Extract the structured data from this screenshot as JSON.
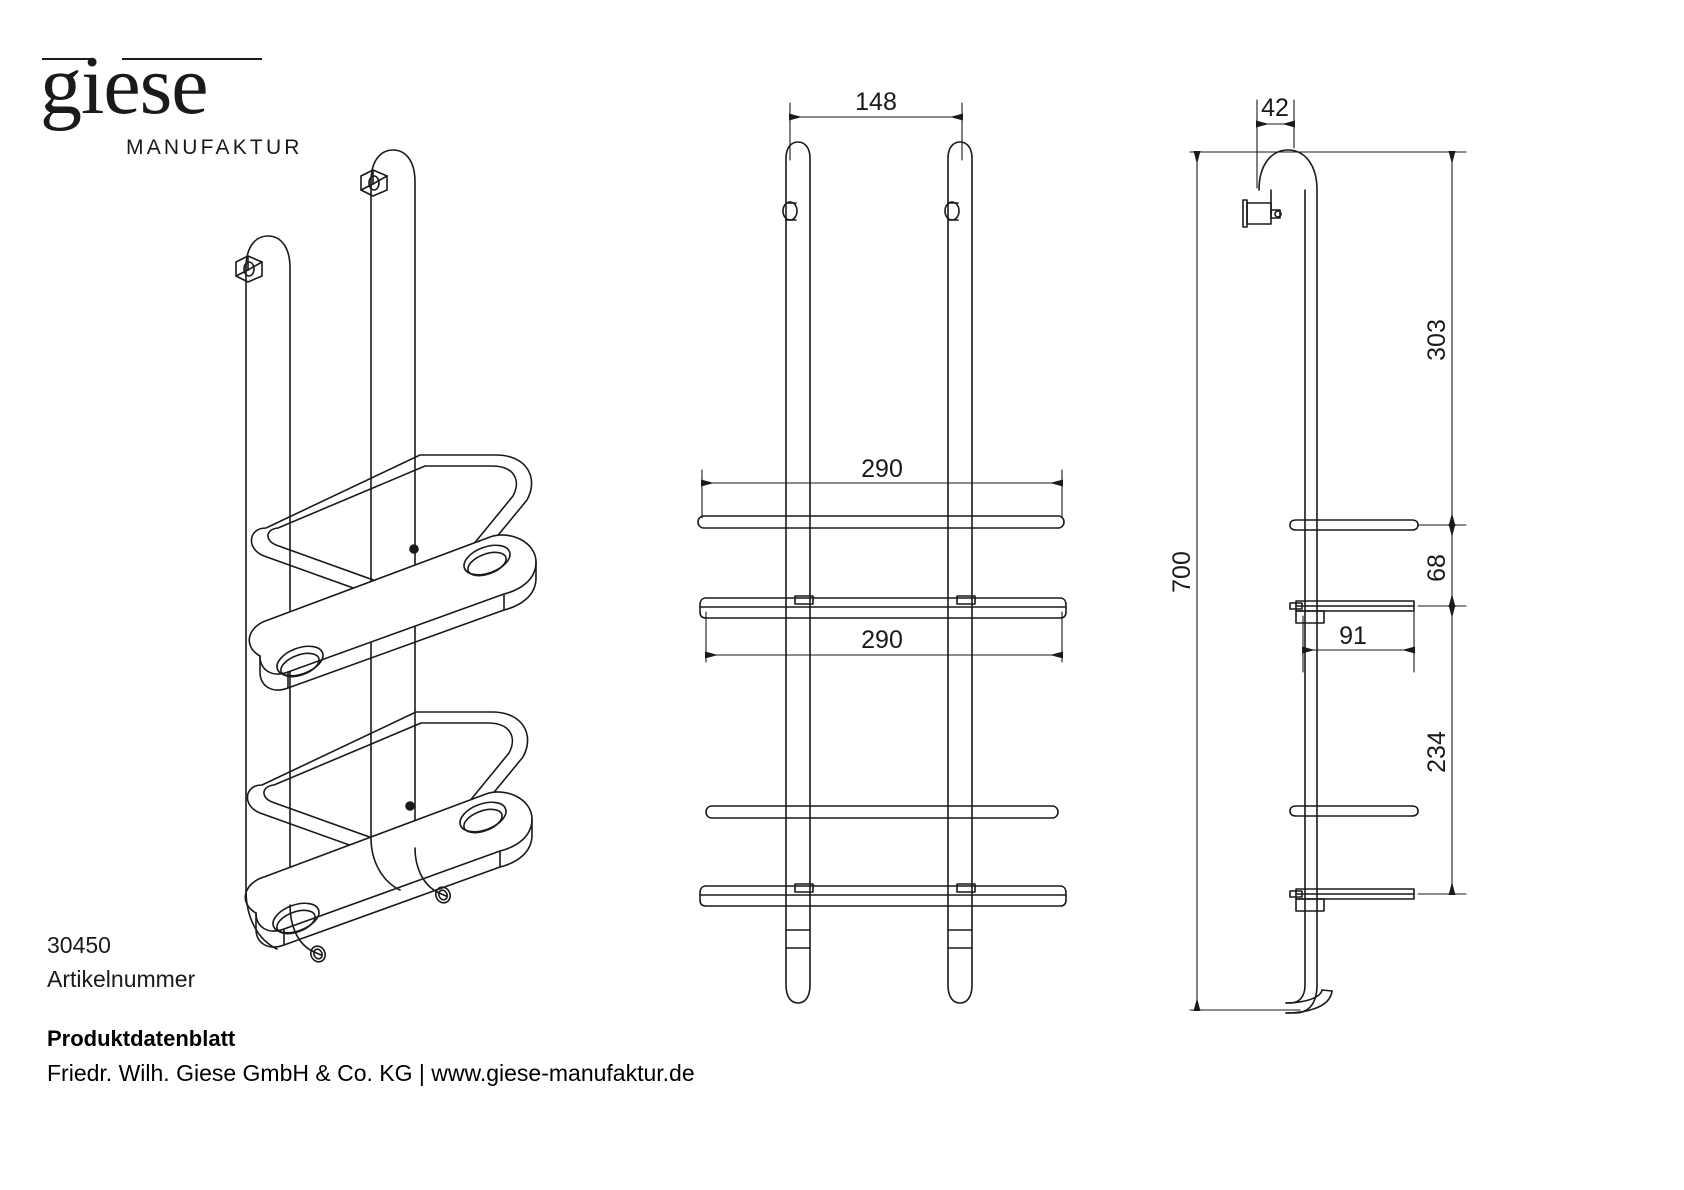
{
  "brand": {
    "wordmark": "giese",
    "submark": "MANUFAKTUR",
    "logo_color": "#1a1a1a"
  },
  "article": {
    "number": "30450",
    "number_label": "Artikelnummer"
  },
  "footer": {
    "title": "Produktdatenblatt",
    "company_line": "Friedr. Wilh. Giese GmbH & Co. KG | www.giese-manufaktur.de"
  },
  "drawing": {
    "background": "#ffffff",
    "line_color": "#1a1a1a",
    "views": [
      {
        "id": "isometric-view",
        "name": "3D perspective view of shower rack"
      },
      {
        "id": "front-view",
        "name": "Front elevation with width dimensions"
      },
      {
        "id": "side-view",
        "name": "Side elevation with height dimensions"
      }
    ],
    "dimensions": {
      "front_top_width": "148",
      "front_shelf_width_upper": "290",
      "front_shelf_width_lower": "290",
      "side_hook_depth": "42",
      "side_top_to_upper_shelf": "303",
      "side_upper_shelf_gap": "68",
      "side_shelf_depth": "91",
      "side_lower_span": "234",
      "side_total_height": "700"
    },
    "units": "mm"
  }
}
